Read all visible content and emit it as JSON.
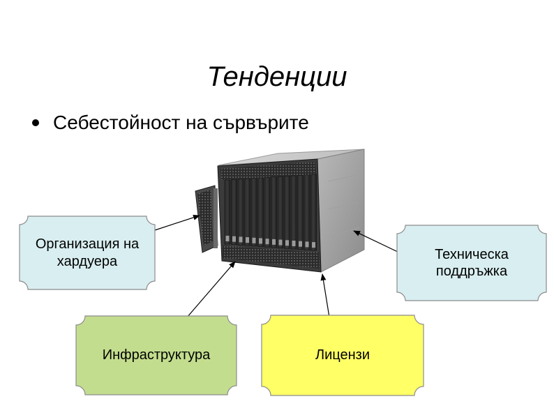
{
  "slide": {
    "title": "Тенденции",
    "bullet": "Себестойност на сървърите"
  },
  "nodes": {
    "hardware": {
      "label": "Организация на\nхардуера",
      "fill": "#d9eef0"
    },
    "support": {
      "label": "Техническа\nподдръжка",
      "fill": "#d9eef0"
    },
    "infrastructure": {
      "label": "Инфраструктура",
      "fill": "#c3dd8e"
    },
    "licenses": {
      "label": "Лицензи",
      "fill": "#ffff66"
    }
  },
  "colors": {
    "border": "#8c8c8c",
    "arrow": "#000000"
  },
  "image": {
    "subject": "blade-server-chassis"
  }
}
